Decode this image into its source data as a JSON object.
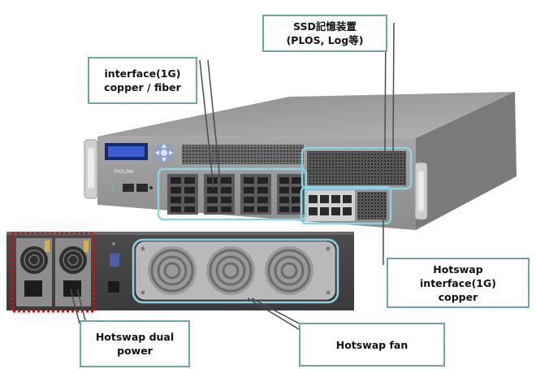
{
  "callouts": {
    "ssd": "SSD記憶装置\n(PLOS, Log等)",
    "interface_1g": "interface(1G)\ncopper / fiber",
    "hotswap_interface": "Hotswap\ninterface(1G)\ncopper",
    "hotswap_power": "Hotswap dual\npower",
    "hotswap_fan": "Hotswap fan"
  },
  "device": {
    "brand": "PIOLINK"
  },
  "colors": {
    "callout_border": "#6fa3ad",
    "highlight": "#8ad3e3",
    "power_highlight": "#d01010",
    "leader_line": "#4d4d4d"
  }
}
